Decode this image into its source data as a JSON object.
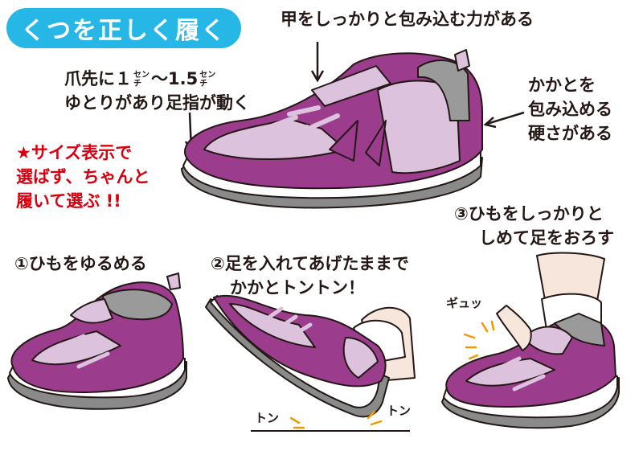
{
  "title": "くつを正しく履く",
  "callouts": {
    "instep": "甲をしっかりと包み込む力がある",
    "toe_line1_a": "爪先に１",
    "toe_unit_top": "セン",
    "toe_unit_bottom": "チ",
    "toe_line1_b": "〜1.5",
    "toe_line2": "ゆとりがあり足指が動く",
    "heel_line1": "かかとを",
    "heel_line2": "包み込める",
    "heel_line3": "硬さがある"
  },
  "warning": {
    "line1": "★サイズ表示で",
    "line2": "選ばず、ちゃんと",
    "line3": "履いて選ぶ !!"
  },
  "steps": [
    {
      "label": "①ひもをゆるめる"
    },
    {
      "label_line1": "②足を入れてあげたままで",
      "label_line2": "かかとトントン！"
    },
    {
      "label_line1": "③ひもをしっかりと",
      "label_line2": "しめて足をおろす"
    }
  ],
  "sfx": {
    "tap1": "トン",
    "tap2": "トン",
    "squeeze": "ギュッ"
  },
  "colors": {
    "title_bg": "#27b7e6",
    "shoe_purple": "#9b3c8c",
    "shoe_light": "#dcc2dc",
    "sole_gray": "#8a8a8a",
    "warning_red": "#d7000f",
    "accent_orange": "#f39800"
  }
}
